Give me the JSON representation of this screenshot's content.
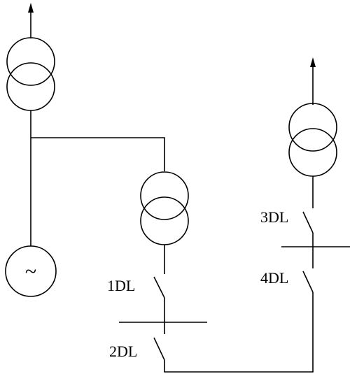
{
  "diagram": {
    "breakers": {
      "b1": "1DL",
      "b2": "2DL",
      "b3": "3DL",
      "b4": "4DL"
    },
    "generator_symbol": "~",
    "icons": [
      "arrow-up-icon",
      "transformer-icon",
      "generator-icon",
      "breaker-icon",
      "busbar"
    ]
  }
}
